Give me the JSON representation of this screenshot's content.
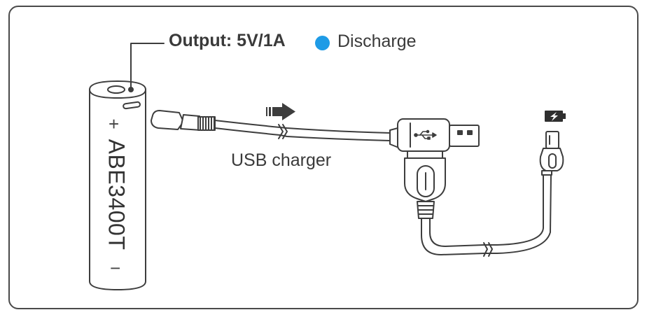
{
  "labels": {
    "output": "Output: 5V/1A",
    "discharge": "Discharge",
    "usb_charger": "USB charger",
    "battery_model": "ABE3400T",
    "plus": "+",
    "minus": "−"
  },
  "colors": {
    "discharge_indicator": "#1e9be6",
    "stroke": "#3d3d3d"
  },
  "icons": [
    "arrow-right-icon",
    "usb-icon",
    "charging-battery-icon",
    "lightning-icon"
  ]
}
